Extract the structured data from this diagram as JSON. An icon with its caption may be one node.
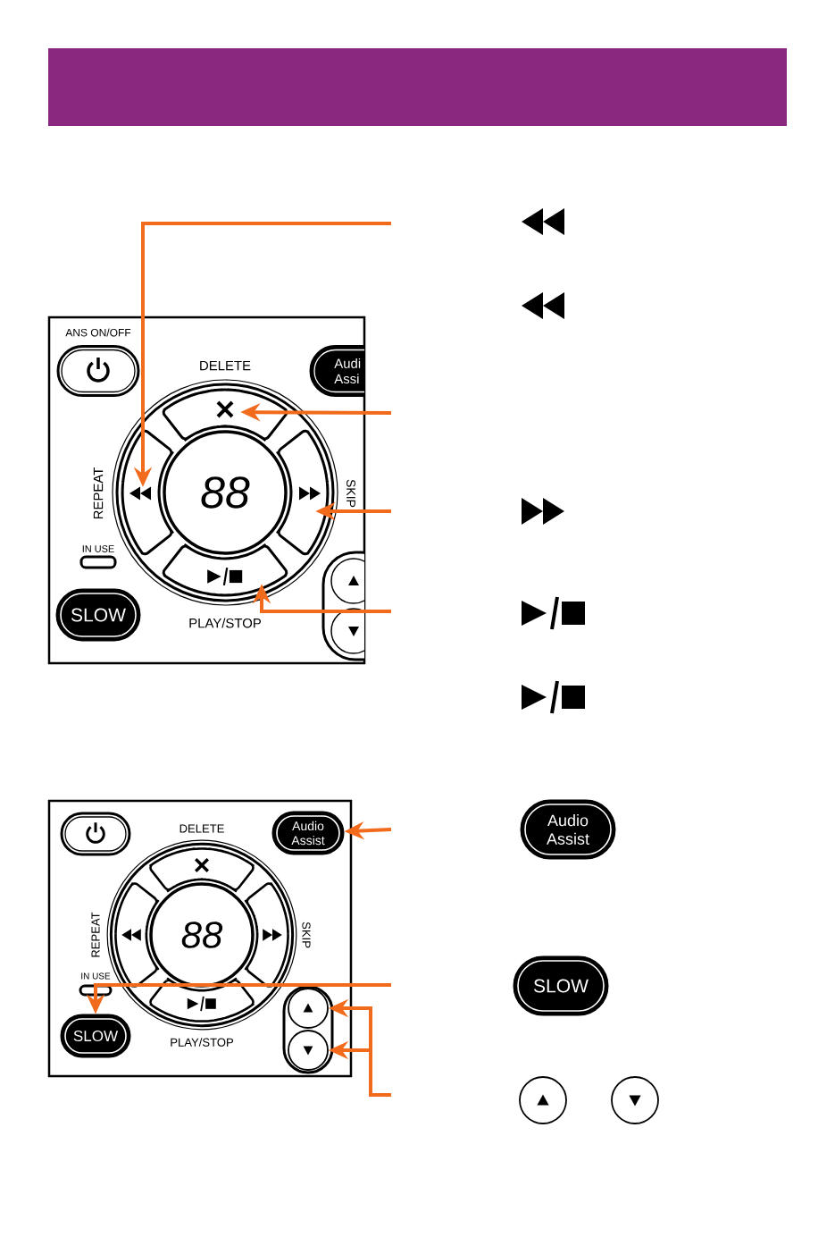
{
  "diagram": {
    "nodes": [
      {
        "text": [
          "Audi Assi"
        ]
      },
      {
        "text": [],
        "shape": "button",
        "beside": [
          "DELETE"
        ]
      },
      {
        "text": [],
        "shape": "button",
        "beside": [
          "REPEAT"
        ]
      },
      {
        "text": [
          "88"
        ]
      },
      {
        "text": [],
        "shape": "button",
        "beside": [
          "SKIP"
        ]
      },
      {
        "text": [],
        "shape": "button",
        "beside": [
          "PLAY/STOP"
        ]
      },
      {
        "text": [
          "SLOW"
        ]
      },
      {
        "text": [
          "Audio Assist"
        ]
      },
      {
        "text": [
          "88"
        ]
      },
      {
        "text": [
          "SLOW"
        ]
      },
      {
        "text": [],
        "shape": "circle"
      },
      {
        "text": [],
        "shape": "circle"
      },
      {
        "text": [
          "Audio Assist"
        ]
      },
      {
        "text": [
          "SLOW"
        ]
      },
      {
        "text": [],
        "shape": "circle"
      },
      {
        "text": [],
        "shape": "circle"
      }
    ],
    "edges": [
      {
        "from": null,
        "to": 2,
        "arrow": "to"
      },
      {
        "from": null,
        "to": 1,
        "arrow": "to"
      },
      {
        "from": null,
        "to": 4,
        "arrow": "to"
      },
      {
        "from": null,
        "to": 5,
        "arrow": "to"
      },
      {
        "from": null,
        "to": 7,
        "arrow": "to"
      },
      {
        "from": null,
        "to": 9,
        "arrow": "to"
      },
      {
        "from": null,
        "to": 10,
        "arrow": "to"
      },
      {
        "from": null,
        "to": 11,
        "arrow": "to"
      }
    ],
    "labels": [
      "ANS ON/OFF",
      "IN USE",
      "DELETE",
      "REPEAT",
      "SKIP",
      "IN USE",
      "PLAY/STOP"
    ]
  }
}
